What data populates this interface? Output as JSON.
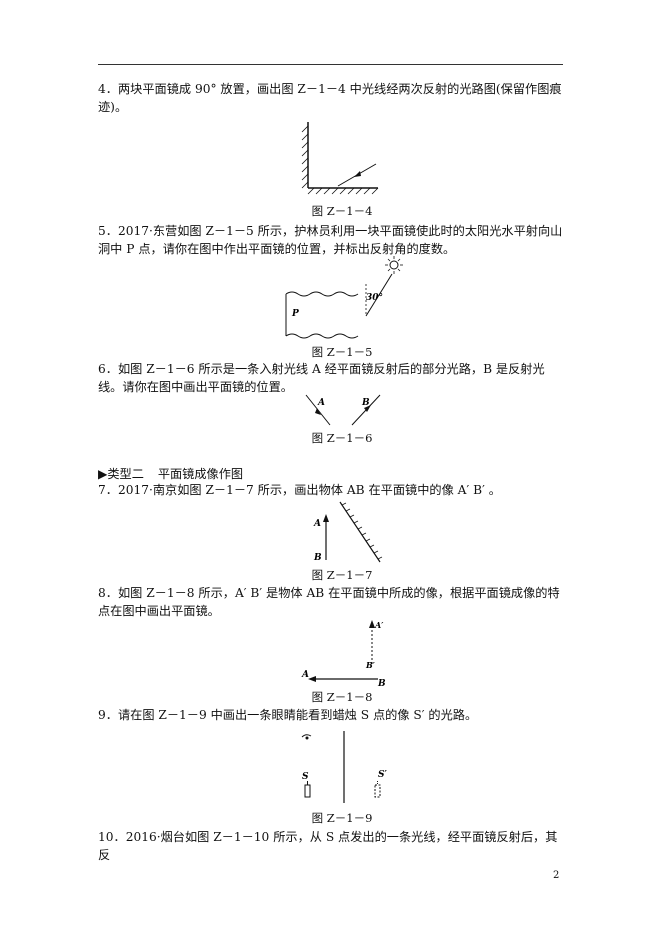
{
  "q4": {
    "text": "4．两块平面镜成 90° 放置，画出图 Z－1－4 中光线经两次反射的光路图(保留作图痕迹)。",
    "caption": "图 Z－1－4"
  },
  "q5": {
    "text": "5．2017·东营如图 Z－1－5 所示，护林员利用一块平面镜使此时的太阳光水平射向山洞中 P 点，请你在图中作出平面镜的位置，并标出反射角的度数。",
    "caption": "图 Z－1－5",
    "angle_label": "30°",
    "point_label": "P"
  },
  "q6": {
    "text": "6．如图 Z－1－6 所示是一条入射光线 A 经平面镜反射后的部分光路，B 是反射光线。请你在图中画出平面镜的位置。",
    "caption": "图 Z－1－6",
    "label_a": "A",
    "label_b": "B"
  },
  "section": {
    "marker": "▶类型二",
    "title": "平面镜成像作图"
  },
  "q7": {
    "text": "7．2017·南京如图 Z－1－7 所示，画出物体 AB 在平面镜中的像 A′ B′ 。",
    "caption": "图 Z－1－7",
    "label_a": "A",
    "label_b": "B"
  },
  "q8": {
    "text": "8．如图 Z－1－8 所示，A′ B′ 是物体 AB 在平面镜中所成的像，根据平面镜成像的特点在图中画出平面镜。",
    "caption": "图 Z－1－8",
    "label_a": "A",
    "label_b": "B",
    "label_a_prime": "A′",
    "label_b_prime": "B′"
  },
  "q9": {
    "text": "9．请在图 Z－1－9 中画出一条眼睛能看到蜡烛 S 点的像 S′ 的光路。",
    "caption": "图 Z－1－9",
    "label_s": "S",
    "label_s_prime": "S′"
  },
  "q10": {
    "text": "10．2016·烟台如图 Z－1－10 所示，从 S 点发出的一条光线，经平面镜反射后，其反"
  },
  "page_number": "2"
}
